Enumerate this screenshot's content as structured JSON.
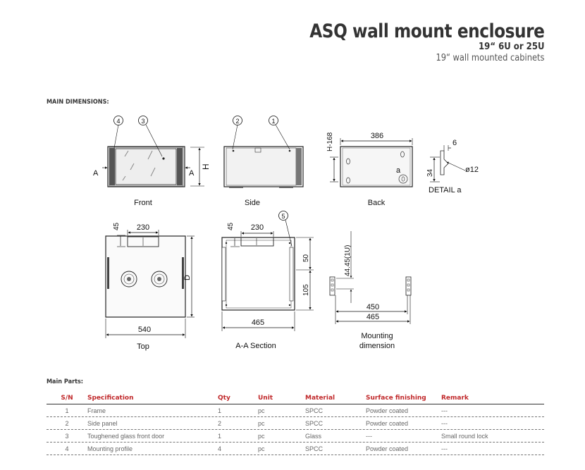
{
  "header": {
    "title": "ASQ wall mount enclosure",
    "subtitle": "19“ 6U or 25U",
    "tagline": "19“ wall mounted cabinets"
  },
  "sections": {
    "main_dimensions": "MAIN DIMENSIONS:",
    "main_parts": "Main Parts:"
  },
  "drawing": {
    "views": {
      "front": "Front",
      "side": "Side",
      "back": "Back",
      "detail": "DETAIL a",
      "top": "Top",
      "section": "A-A Section",
      "mounting_1": "Mounting",
      "mounting_2": "dimension"
    },
    "callouts": [
      "4",
      "3",
      "2",
      "1",
      "5"
    ],
    "labels": {
      "A_left": "A",
      "A_right": "A",
      "H": "H",
      "H168": "H-168",
      "back_width": "386",
      "detail_a": "a",
      "detail_6": "6",
      "detail_hole": "ø12",
      "detail_34": "34",
      "top_45": "45",
      "top_230": "230",
      "top_D": "D",
      "top_540": "540",
      "sec_45": "45",
      "sec_230": "230",
      "sec_50": "50",
      "sec_105": "105",
      "sec_465": "465",
      "mnt_44": "44.45(1U)",
      "mnt_450": "450",
      "mnt_465": "465"
    }
  },
  "parts_table": {
    "columns": [
      "S/N",
      "Specification",
      "Qty",
      "Unit",
      "Material",
      "Surface finishing",
      "Remark"
    ],
    "rows": [
      [
        "1",
        "Frame",
        "1",
        "pc",
        "SPCC",
        "Powder coated",
        "---"
      ],
      [
        "2",
        "Side panel",
        "2",
        "pc",
        "SPCC",
        "Powder coated",
        "---"
      ],
      [
        "3",
        "Toughened glass front door",
        "1",
        "pc",
        "Glass",
        "---",
        "Small round lock"
      ],
      [
        "4",
        "Mounting profile",
        "4",
        "pc",
        "SPCC",
        "Powder coated",
        "---"
      ]
    ]
  }
}
